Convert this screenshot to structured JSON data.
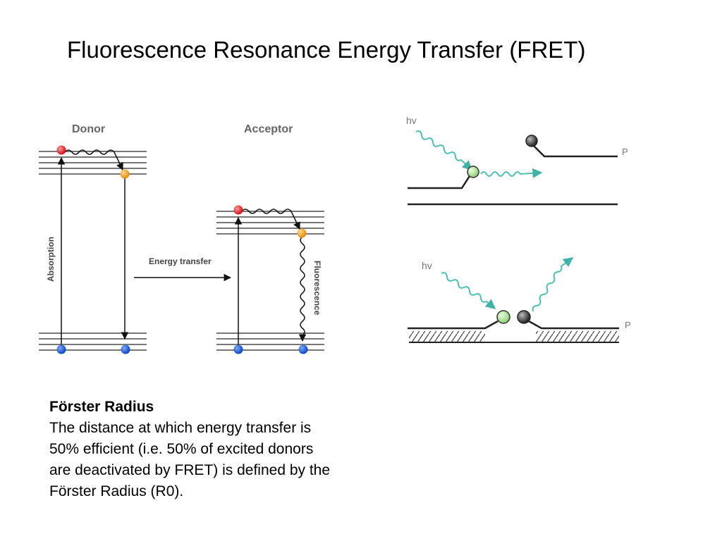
{
  "title": "Fluorescence Resonance Energy Transfer (FRET)",
  "jablonski": {
    "donor_label": "Donor",
    "acceptor_label": "Acceptor",
    "absorption_label": "Absorption",
    "transfer_label": "Energy transfer",
    "fluorescence_label": "Fluorescence"
  },
  "scheme": {
    "hv_label": "hv",
    "p_label": "P"
  },
  "colors": {
    "excited_state": "#e8202a",
    "relaxed_state": "#f5a623",
    "ground_state": "#1a5fd6",
    "photon": "#4bbfb4",
    "donor_dye": "#b8e6a8",
    "quencher": "#444444"
  },
  "forster": {
    "heading": "Förster Radius",
    "text_lines": [
      "The distance at which energy transfer is",
      "50% efficient (i.e. 50% of excited donors",
      "are deactivated by FRET) is defined by the",
      "Förster Radius (R0)."
    ]
  }
}
